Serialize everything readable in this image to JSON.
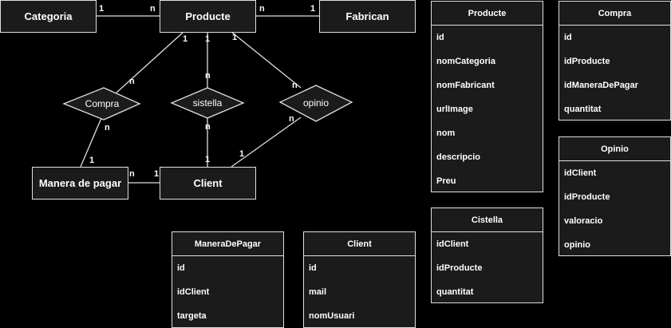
{
  "entities": {
    "categoria": "Categoria",
    "producte": "Producte",
    "fabrican": "Fabrican",
    "manera": "Manera de pagar",
    "client": "Client"
  },
  "relationships": {
    "compra": "Compra",
    "sistella": "sistella",
    "opinio": "opinio"
  },
  "cardinalities": {
    "cat_prod_1": "1",
    "cat_prod_n": "n",
    "prod_fab_n": "n",
    "prod_fab_1": "1",
    "prod_compra_1": "1",
    "compra_prod_n": "n",
    "prod_sist_1": "1",
    "sist_prod_n": "n",
    "prod_opinio_1": "1",
    "opinio_prod_n": "n",
    "compra_manera_n": "n",
    "manera_compra_1": "1",
    "sist_client_n": "n",
    "client_sist_1": "1",
    "opinio_client_n": "n",
    "client_opinio_1": "1",
    "manera_client_n": "n",
    "client_manera_1": "1"
  },
  "tables": {
    "producte": {
      "title": "Producte",
      "fields": [
        "id",
        "nomCategoria",
        "nomFabricant",
        "urlImage",
        "nom",
        "descripcio",
        "Preu"
      ]
    },
    "compra": {
      "title": "Compra",
      "fields": [
        "id",
        "idProducte",
        "idManeraDePagar",
        "quantitat"
      ]
    },
    "opinio": {
      "title": "Opinio",
      "fields": [
        "idClient",
        "idProducte",
        "valoracio",
        "opinio"
      ]
    },
    "cistella": {
      "title": "Cistella",
      "fields": [
        "idClient",
        "idProducte",
        "quantitat"
      ]
    },
    "maneradepagar": {
      "title": "ManeraDePagar",
      "fields": [
        "id",
        "idClient",
        "targeta"
      ]
    },
    "client": {
      "title": "Client",
      "fields": [
        "id",
        "mail",
        "nomUsuari"
      ]
    }
  },
  "colors": {
    "background": "#000000",
    "stroke": "#e0e0e0",
    "fill": "#1b1b1b",
    "text": "#ffffff"
  }
}
